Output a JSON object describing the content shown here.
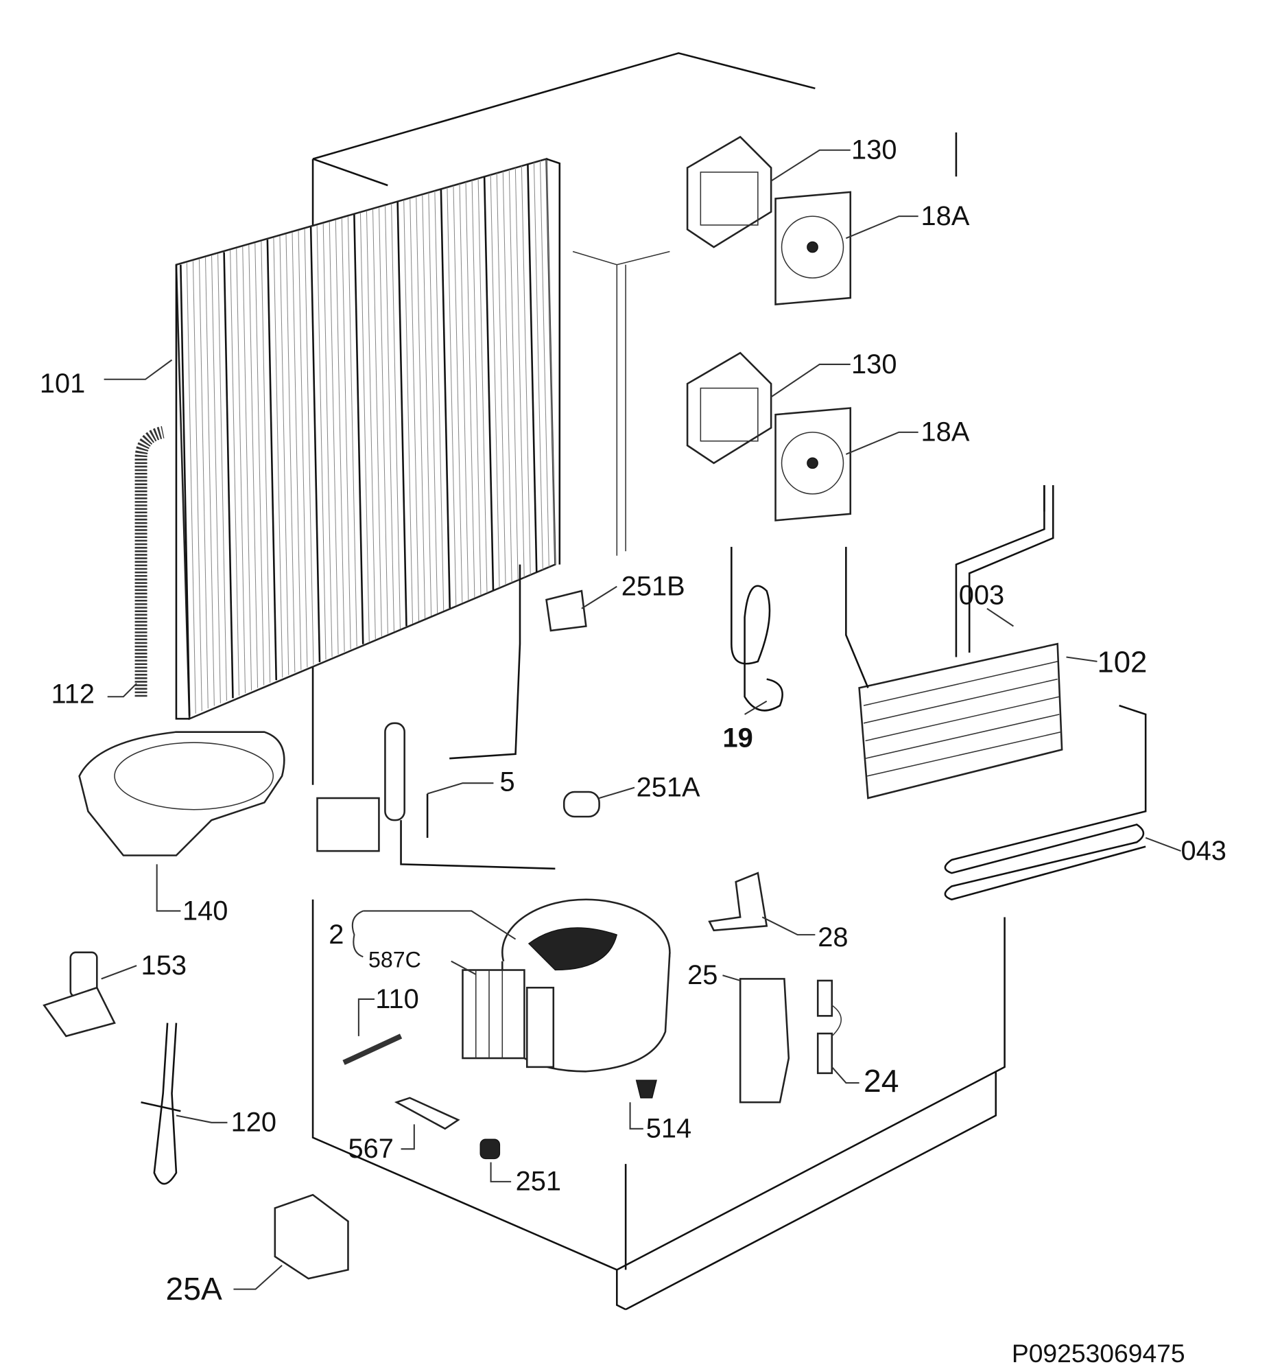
{
  "diagram": {
    "title_code": "P09253069475",
    "callouts": {
      "fan_housing_top": "130",
      "fan_top": "18A",
      "fan_housing_bottom": "130",
      "fan_bottom": "18A",
      "condenser": "101",
      "clip_251b": "251B",
      "sensor_003": "003",
      "evaporator": "102",
      "drain_hose": "112",
      "power_cord": "19",
      "drier": "5",
      "grommet_251a": "251A",
      "heater": "043",
      "drip_tray": "140",
      "compressor": "2",
      "starter_587c": "587C",
      "bracket_28": "28",
      "valve_153": "153",
      "rod_110": "110",
      "cover_25": "25",
      "relay_24": "24",
      "fuse_120": "120",
      "foot_514": "514",
      "plate_567": "567",
      "grommet_251": "251",
      "capacitor_25a": "25A"
    }
  }
}
